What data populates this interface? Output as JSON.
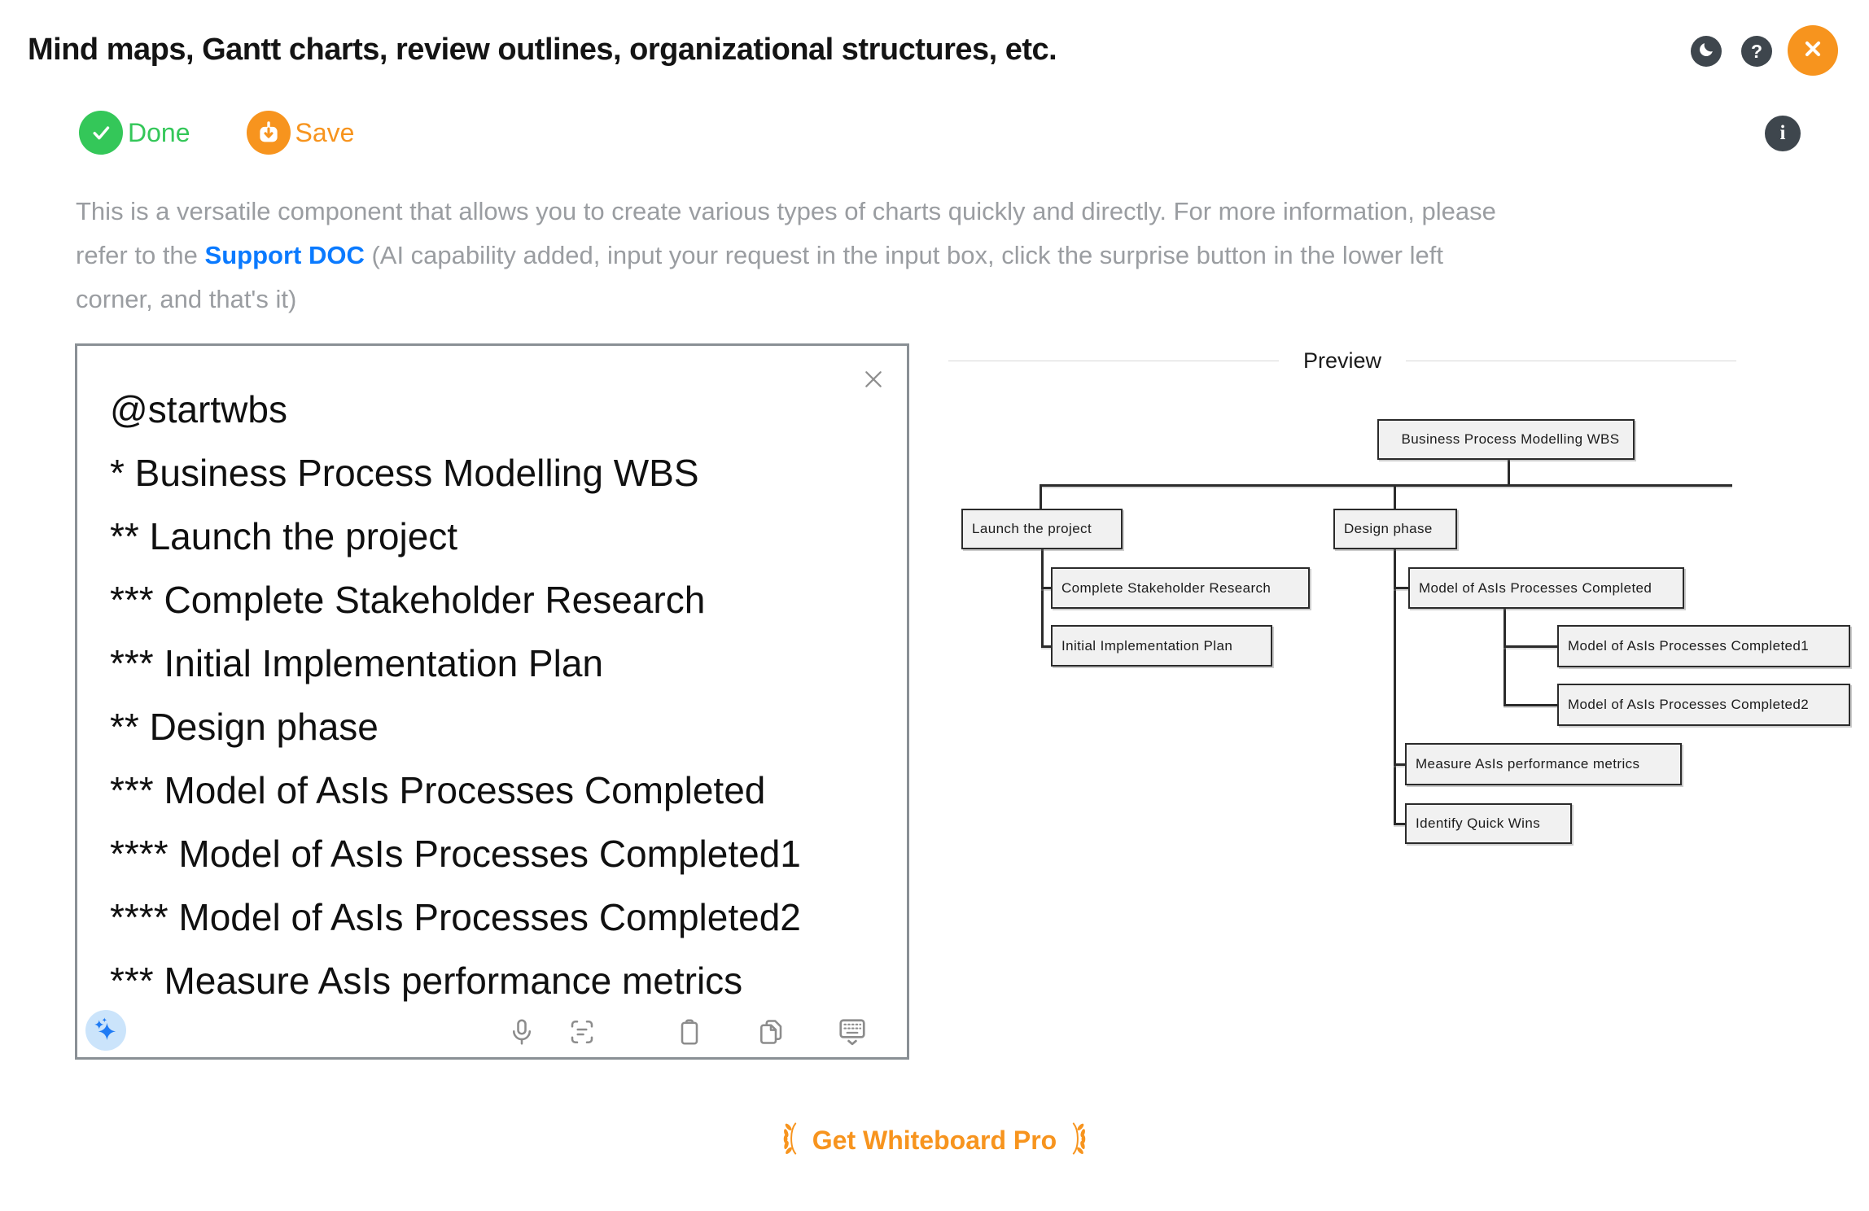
{
  "window": {
    "title": "Mind maps, Gantt charts, review outlines, organizational structures, etc."
  },
  "header_actions": {
    "help_glyph": "?",
    "info_glyph": "i"
  },
  "actions": {
    "done_label": "Done",
    "save_label": "Save"
  },
  "description": {
    "line1": "This is a versatile component that allows you to create various types of charts quickly and directly. For more information, please",
    "line2_before": "refer to the ",
    "link_text": "Support DOC",
    "line2_after": " (AI capability added, input your request in the input box, click the surprise button in the lower left",
    "line3": "corner, and that's it)"
  },
  "editor": {
    "lines": [
      "@startwbs",
      "* Business Process Modelling WBS",
      "** Launch the project",
      "*** Complete Stakeholder Research",
      "*** Initial Implementation Plan",
      "** Design phase",
      "*** Model of AsIs Processes Completed",
      "**** Model of AsIs Processes Completed1",
      "**** Model of AsIs Processes Completed2",
      "*** Measure AsIs performance metrics"
    ]
  },
  "preview": {
    "label": "Preview",
    "nodes": {
      "root": {
        "label": "Business Process Modelling WBS"
      },
      "launch": {
        "label": "Launch the project"
      },
      "design": {
        "label": "Design phase"
      },
      "stakeholder": {
        "label": "Complete Stakeholder Research"
      },
      "implementation": {
        "label": "Initial Implementation Plan"
      },
      "model": {
        "label": "Model of AsIs Processes Completed"
      },
      "model1": {
        "label": "Model of AsIs Processes Completed1"
      },
      "model2": {
        "label": "Model of AsIs Processes Completed2"
      },
      "measure": {
        "label": "Measure AsIs performance metrics"
      },
      "quickwins": {
        "label": "Identify Quick Wins"
      }
    }
  },
  "footer": {
    "pro_label": "Get Whiteboard Pro"
  },
  "colors": {
    "accent_orange": "#F7941E",
    "accent_green": "#34C759",
    "link_blue": "#0A7AFF",
    "icon_dark": "#3E464D",
    "ai_blue": "#1F7BF4"
  }
}
